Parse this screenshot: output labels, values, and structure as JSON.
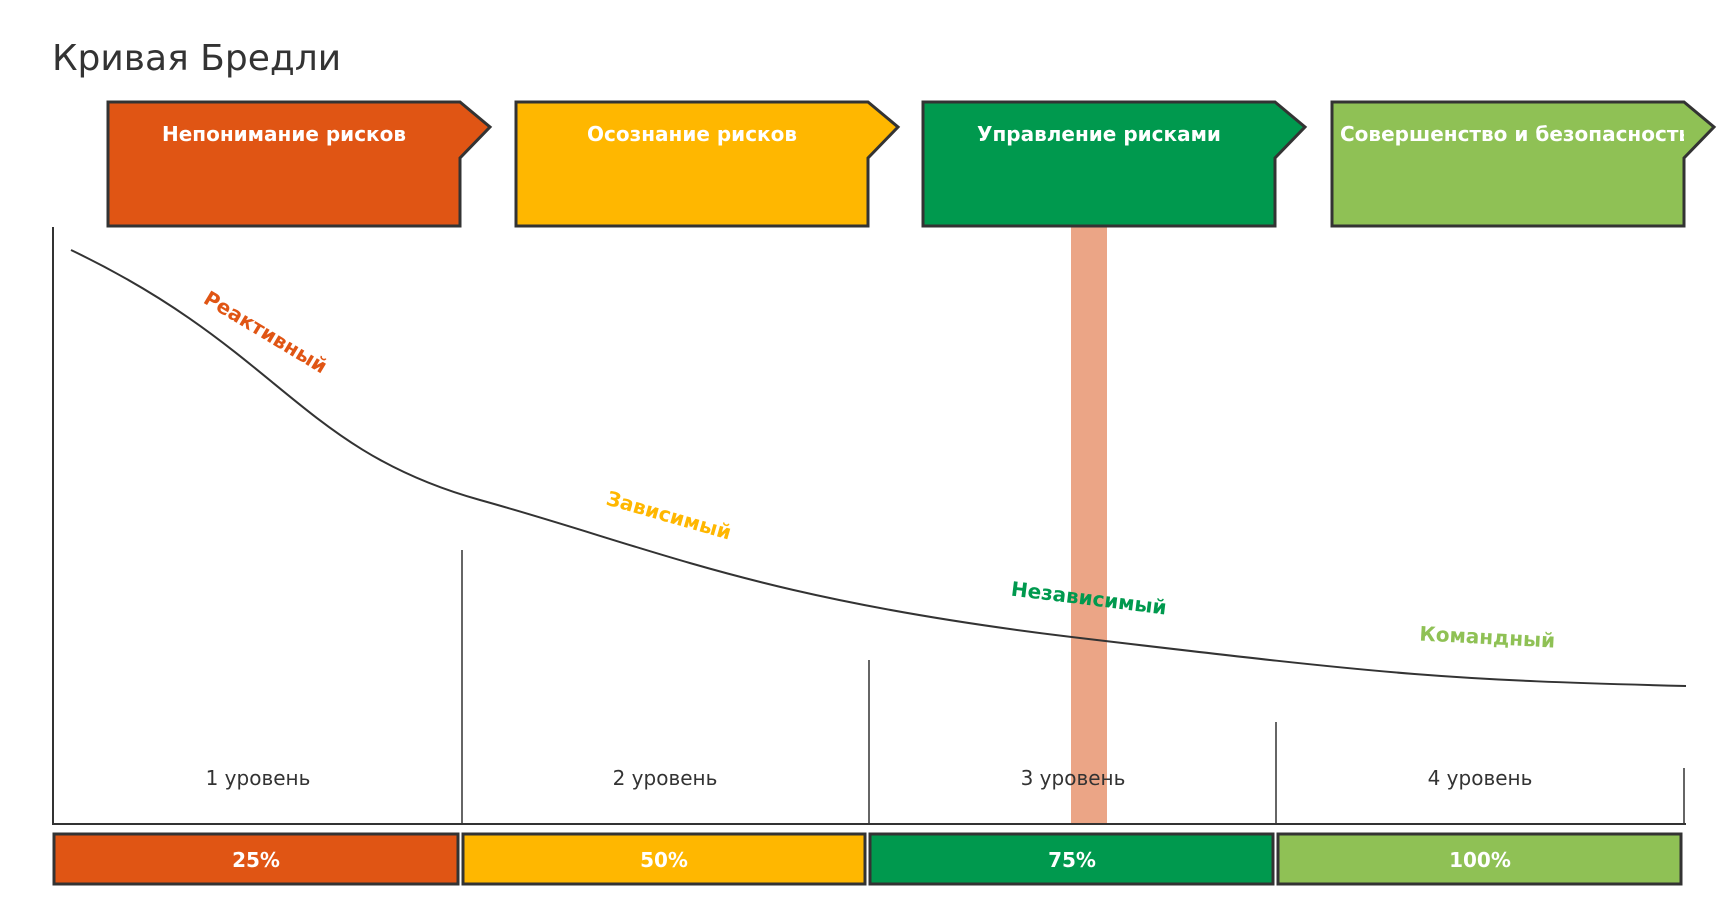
{
  "title": "Кривая Бредли",
  "colors": {
    "red": "#e05514",
    "yellow": "#ffb700",
    "green": "#00994e",
    "lightgreen": "#8fc155",
    "marker": "#eba586",
    "outline": "#333333",
    "curve": "#333333"
  },
  "stages": [
    {
      "label": "Непонимание рисков",
      "color": "#e05514"
    },
    {
      "label": "Осознание рисков",
      "color": "#ffb700"
    },
    {
      "label": "Управление рисками",
      "color": "#00994e"
    },
    {
      "label": "Совершенство и безопасность",
      "color": "#8fc155"
    }
  ],
  "curve_labels": [
    {
      "label": "Реактивный",
      "color": "#e05514"
    },
    {
      "label": "Зависимый",
      "color": "#ffb700"
    },
    {
      "label": "Независимый",
      "color": "#00994e"
    },
    {
      "label": "Командный",
      "color": "#8fc155"
    }
  ],
  "levels": [
    {
      "label": "1 уровень"
    },
    {
      "label": "2 уровень"
    },
    {
      "label": "3 уровень"
    },
    {
      "label": "4 уровень"
    }
  ],
  "percentages": [
    {
      "label": "25%",
      "color": "#e05514"
    },
    {
      "label": "50%",
      "color": "#ffb700"
    },
    {
      "label": "75%",
      "color": "#00994e"
    },
    {
      "label": "100%",
      "color": "#8fc155"
    }
  ],
  "current_marker": {
    "level": 3,
    "position": 0.5
  }
}
